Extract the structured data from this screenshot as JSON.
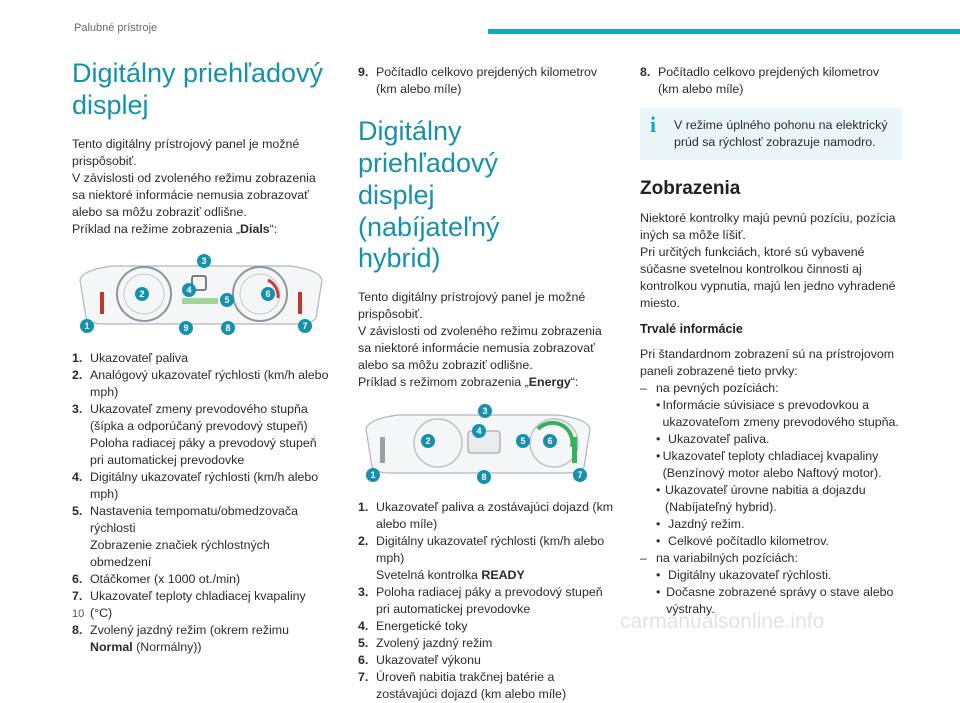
{
  "header": {
    "title": "Palubné prístroje",
    "page_number": "10"
  },
  "watermark": "carmanualsonline.info",
  "accent_color": "#16a6c2",
  "col1": {
    "title": "Digitálny priehľadový displej",
    "intro": [
      "Tento digitálny prístrojový panel je možné prispôsobiť.",
      "V závislosti od zvoleného režimu zobrazenia sa niektoré informácie nemusia zobrazovať alebo sa môžu zobraziť odlišne."
    ],
    "example_prefix": "Príklad na režime zobrazenia „",
    "example_mode": "Dials",
    "example_suffix": "“:",
    "items": [
      {
        "n": "1.",
        "lines": [
          "Ukazovateľ paliva"
        ]
      },
      {
        "n": "2.",
        "lines": [
          "Analógový ukazovateľ rýchlosti (km/h alebo mph)"
        ]
      },
      {
        "n": "3.",
        "lines": [
          "Ukazovateľ zmeny prevodového stupňa (šípka a odporúčaný prevodový stupeň)",
          "Poloha radiacej páky a prevodový stupeň pri automatickej prevodovke"
        ]
      },
      {
        "n": "4.",
        "lines": [
          "Digitálny ukazovateľ rýchlosti (km/h alebo mph)"
        ]
      },
      {
        "n": "5.",
        "lines": [
          "Nastavenia tempomatu/obmedzovača rýchlosti",
          "Zobrazenie značiek rýchlostných obmedzení"
        ]
      },
      {
        "n": "6.",
        "lines": [
          "Otáčkomer (x 1000 ot./min)"
        ]
      },
      {
        "n": "7.",
        "lines": [
          "Ukazovateľ teploty chladiacej kvapaliny (°C)"
        ]
      },
      {
        "n": "8.",
        "lines_rich": [
          "Zvolený jazdný režim (okrem režimu ",
          "Normal",
          " (Normálny))"
        ]
      }
    ]
  },
  "col2": {
    "item9": {
      "n": "9.",
      "text": "Počítadlo celkovo prejdených kilometrov (km alebo míle)"
    },
    "title": "Digitálny priehľadový displej (nabíjateľný hybrid)",
    "intro": [
      "Tento digitálny prístrojový panel je možné prispôsobiť.",
      "V závislosti od zvoleného režimu zobrazenia sa niektoré informácie nemusia zobrazovať alebo sa môžu zobraziť odlišne."
    ],
    "example_prefix": "Príklad s režimom zobrazenia „",
    "example_mode": "Energy",
    "example_suffix": "“:",
    "items": [
      {
        "n": "1.",
        "lines": [
          "Ukazovateľ paliva a zostávajúci dojazd (km alebo míle)"
        ]
      },
      {
        "n": "2.",
        "lines": [
          "Digitálny ukazovateľ rýchlosti (km/h alebo mph)"
        ],
        "extra_prefix": "Svetelná kontrolka ",
        "extra_bold": "READY"
      },
      {
        "n": "3.",
        "lines": [
          "Poloha radiacej páky a prevodový stupeň pri automatickej prevodovke"
        ]
      },
      {
        "n": "4.",
        "lines": [
          "Energetické toky"
        ]
      },
      {
        "n": "5.",
        "lines": [
          "Zvolený jazdný režim"
        ]
      },
      {
        "n": "6.",
        "lines": [
          "Ukazovateľ výkonu"
        ]
      },
      {
        "n": "7.",
        "lines": [
          "Úroveň nabitia trakčnej batérie a zostávajúci dojazd (km alebo míle)"
        ]
      }
    ]
  },
  "col3": {
    "item8": {
      "n": "8.",
      "text": "Počítadlo celkovo prejdených kilometrov (km alebo míle)"
    },
    "info_icon": "i",
    "info": "V režime úplného pohonu na elektrický prúd sa rýchlosť zobrazuje namodro.",
    "title": "Zobrazenia",
    "intro": [
      "Niektoré kontrolky majú pevnú pozíciu, pozícia iných sa môže líšiť.",
      "Pri určitých funkciách, ktoré sú vybavené súčasne svetelnou kontrolkou činnosti aj kontrolkou vypnutia, majú len jedno vyhradené miesto."
    ],
    "subtitle": "Trvalé informácie",
    "para": "Pri štandardnom zobrazení sú na prístrojovom paneli zobrazené tieto prvky:",
    "fixed_label": "na pevných pozíciách:",
    "fixed": [
      "Informácie súvisiace s prevodovkou a ukazovateľom zmeny prevodového stupňa.",
      "Ukazovateľ paliva.",
      "Ukazovateľ teploty chladiacej kvapaliny (Benzínový motor alebo Naftový motor).",
      "Ukazovateľ úrovne nabitia a dojazdu (Nabíjateľný hybrid).",
      "Jazdný režim.",
      "Celkové počítadlo kilometrov."
    ],
    "variable_label": "na variabilných pozíciách:",
    "variable": [
      "Digitálny ukazovateľ rýchlosti.",
      "Dočasne zobrazené správy o stave alebo výstrahy."
    ]
  },
  "figure1": {
    "callouts": [
      "1",
      "2",
      "3",
      "4",
      "5",
      "6",
      "7",
      "8",
      "9"
    ]
  },
  "figure2": {
    "callouts": [
      "1",
      "2",
      "3",
      "4",
      "5",
      "6",
      "7",
      "8"
    ]
  }
}
